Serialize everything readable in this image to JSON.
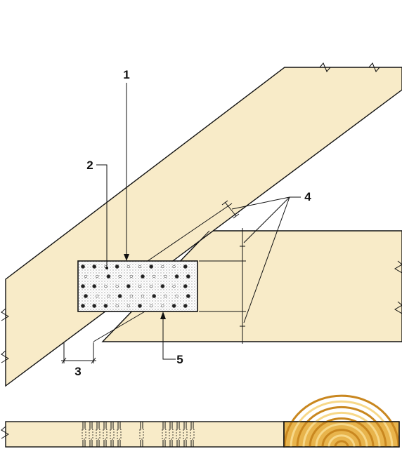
{
  "colors": {
    "wood": "#f8ebc8",
    "end_grain_dark": "#d9a23a",
    "end_grain_light": "#f3c768",
    "plate": "#ffffff",
    "line": "#111111"
  },
  "callouts": [
    {
      "id": "1",
      "label": "1"
    },
    {
      "id": "2",
      "label": "2"
    },
    {
      "id": "3",
      "label": "3"
    },
    {
      "id": "4",
      "label": "4"
    },
    {
      "id": "5",
      "label": "5"
    }
  ],
  "views": {
    "elevation": {
      "icons": [
        "rafter-member",
        "tie-member",
        "nail-plate",
        "dimension-marks"
      ]
    },
    "section": {
      "icons": [
        "nail-section",
        "end-grain"
      ]
    }
  }
}
